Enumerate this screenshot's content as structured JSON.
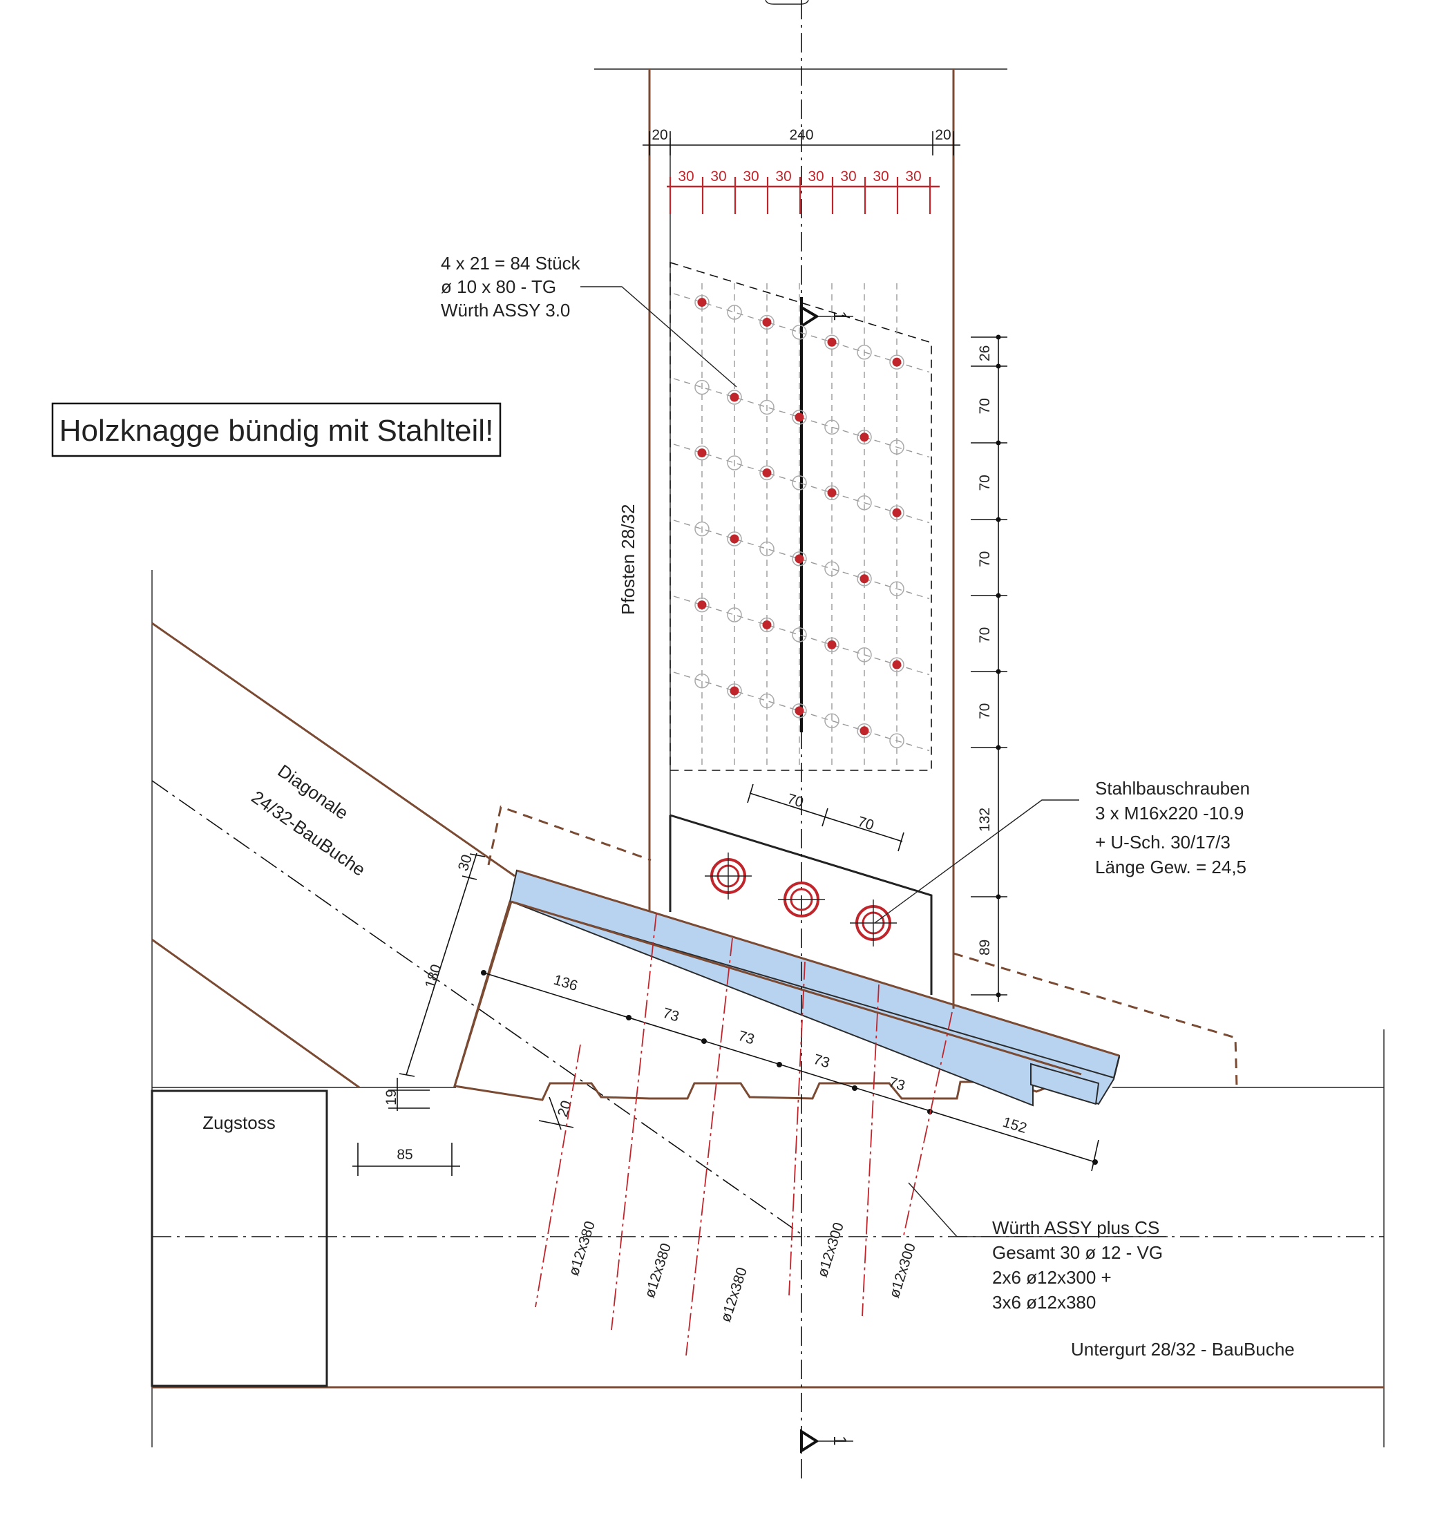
{
  "header_note": "Holzknagge bündig mit Stahlteil!",
  "members": {
    "post": "Pfosten 28/32",
    "diagonal_line1": "Diagonale",
    "diagonal_line2": "24/32-BauBuche",
    "bottom_chord": "Untergurt 28/32 - BauBuche",
    "splice": "Zugstoss"
  },
  "screws_top": {
    "line1": "4 x 21 = 84 Stück",
    "line2": "ø 10 x 80 - TG",
    "line3": "Würth ASSY 3.0"
  },
  "bolts": {
    "line1": "Stahlbauschrauben",
    "line2": "3 x M16x220 -10.9",
    "line3": "+ U-Sch. 30/17/3",
    "line4": "Länge Gew. = 24,5"
  },
  "screws_bottom": {
    "line1": "Würth ASSY plus CS",
    "line2": "Gesamt 30 ø 12 - VG",
    "line3": "2x6 ø12x300 +",
    "line4": "3x6 ø12x380"
  },
  "dimensions": {
    "post_top": [
      "20",
      "240",
      "20"
    ],
    "screw_spacing": [
      "30",
      "30",
      "30",
      "30",
      "30",
      "30",
      "30",
      "30"
    ],
    "right_side": [
      "26",
      "70",
      "70",
      "70",
      "70",
      "70",
      "132",
      "89"
    ],
    "bolt_spacing": [
      "70",
      "70"
    ],
    "knagge_height": [
      "30",
      "180",
      "19"
    ],
    "knagge_length": [
      "136",
      "73",
      "73",
      "73",
      "73",
      "152"
    ],
    "tooth_depth": "20",
    "offset": "85"
  },
  "screw_labels": [
    "ø12x380",
    "ø12x380",
    "ø12x380",
    "ø12x300",
    "ø12x300"
  ],
  "section_marks": [
    "1",
    "1"
  ],
  "colors": {
    "timber_outline": "#7a4a32",
    "steel_plate": "#b8d3f0",
    "knagge_fill": "#fdfdee",
    "screw_red": "#c0252b"
  }
}
